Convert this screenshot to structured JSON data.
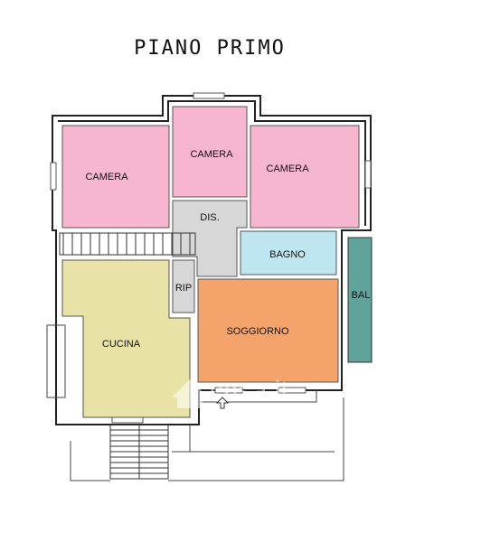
{
  "plan": {
    "title": "PIANO PRIMO",
    "watermark": "casa.it",
    "rooms": [
      {
        "id": "camera-1",
        "label": "CAMERA",
        "color": "#f7b6cf"
      },
      {
        "id": "camera-2",
        "label": "CAMERA",
        "color": "#f7b6cf"
      },
      {
        "id": "camera-3",
        "label": "CAMERA",
        "color": "#f7b6cf"
      },
      {
        "id": "dis",
        "label": "DIS.",
        "color": "#d7d7d7"
      },
      {
        "id": "bagno",
        "label": "BAGNO",
        "color": "#bde6f0"
      },
      {
        "id": "rip",
        "label": "RIP",
        "color": "#d7d7d7"
      },
      {
        "id": "cucina",
        "label": "CUCINA",
        "color": "#e9e2a6"
      },
      {
        "id": "soggiorno",
        "label": "SOGGIORNO",
        "color": "#f4a46b"
      },
      {
        "id": "bal",
        "label": "BAL",
        "color": "#5fa39b"
      }
    ]
  }
}
